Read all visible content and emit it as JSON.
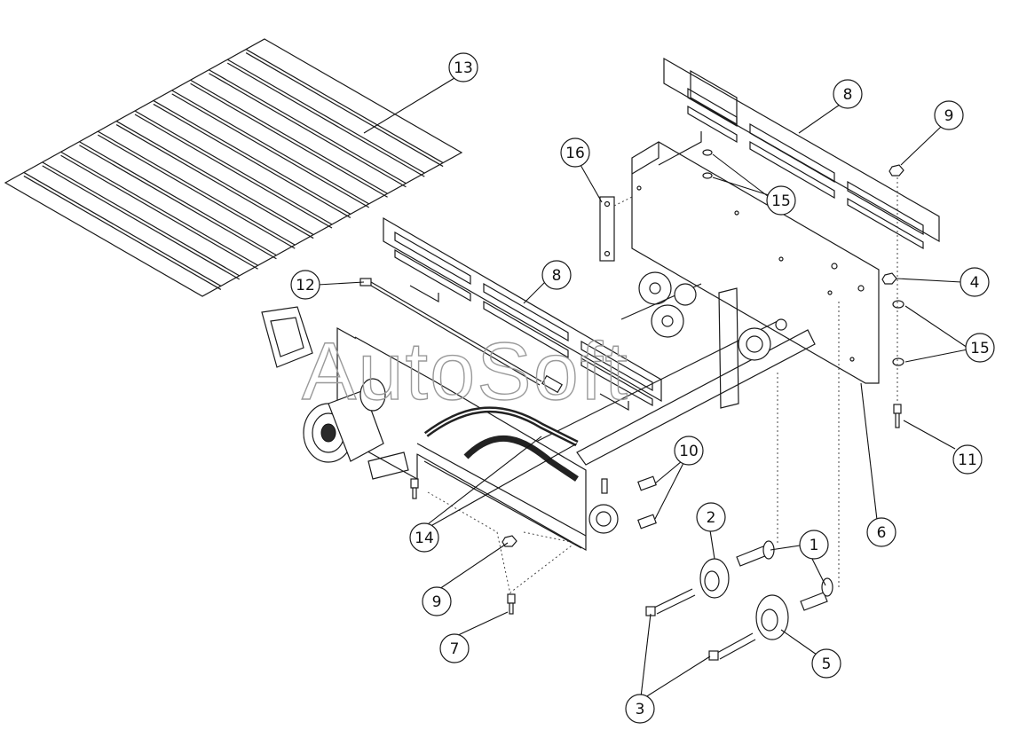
{
  "watermark": "AutoSoft",
  "callouts": [
    {
      "id": "c13a",
      "label": "13"
    },
    {
      "id": "c8a",
      "label": "8"
    },
    {
      "id": "c9a",
      "label": "9"
    },
    {
      "id": "c16",
      "label": "16"
    },
    {
      "id": "c15a",
      "label": "15"
    },
    {
      "id": "c12",
      "label": "12"
    },
    {
      "id": "c8b",
      "label": "8"
    },
    {
      "id": "c4",
      "label": "4"
    },
    {
      "id": "c15b",
      "label": "15"
    },
    {
      "id": "c11",
      "label": "11"
    },
    {
      "id": "c10",
      "label": "10"
    },
    {
      "id": "c6",
      "label": "6"
    },
    {
      "id": "c2",
      "label": "2"
    },
    {
      "id": "c1",
      "label": "1"
    },
    {
      "id": "c14",
      "label": "14"
    },
    {
      "id": "c9b",
      "label": "9"
    },
    {
      "id": "c7",
      "label": "7"
    },
    {
      "id": "c5",
      "label": "5"
    },
    {
      "id": "c3",
      "label": "3"
    }
  ]
}
